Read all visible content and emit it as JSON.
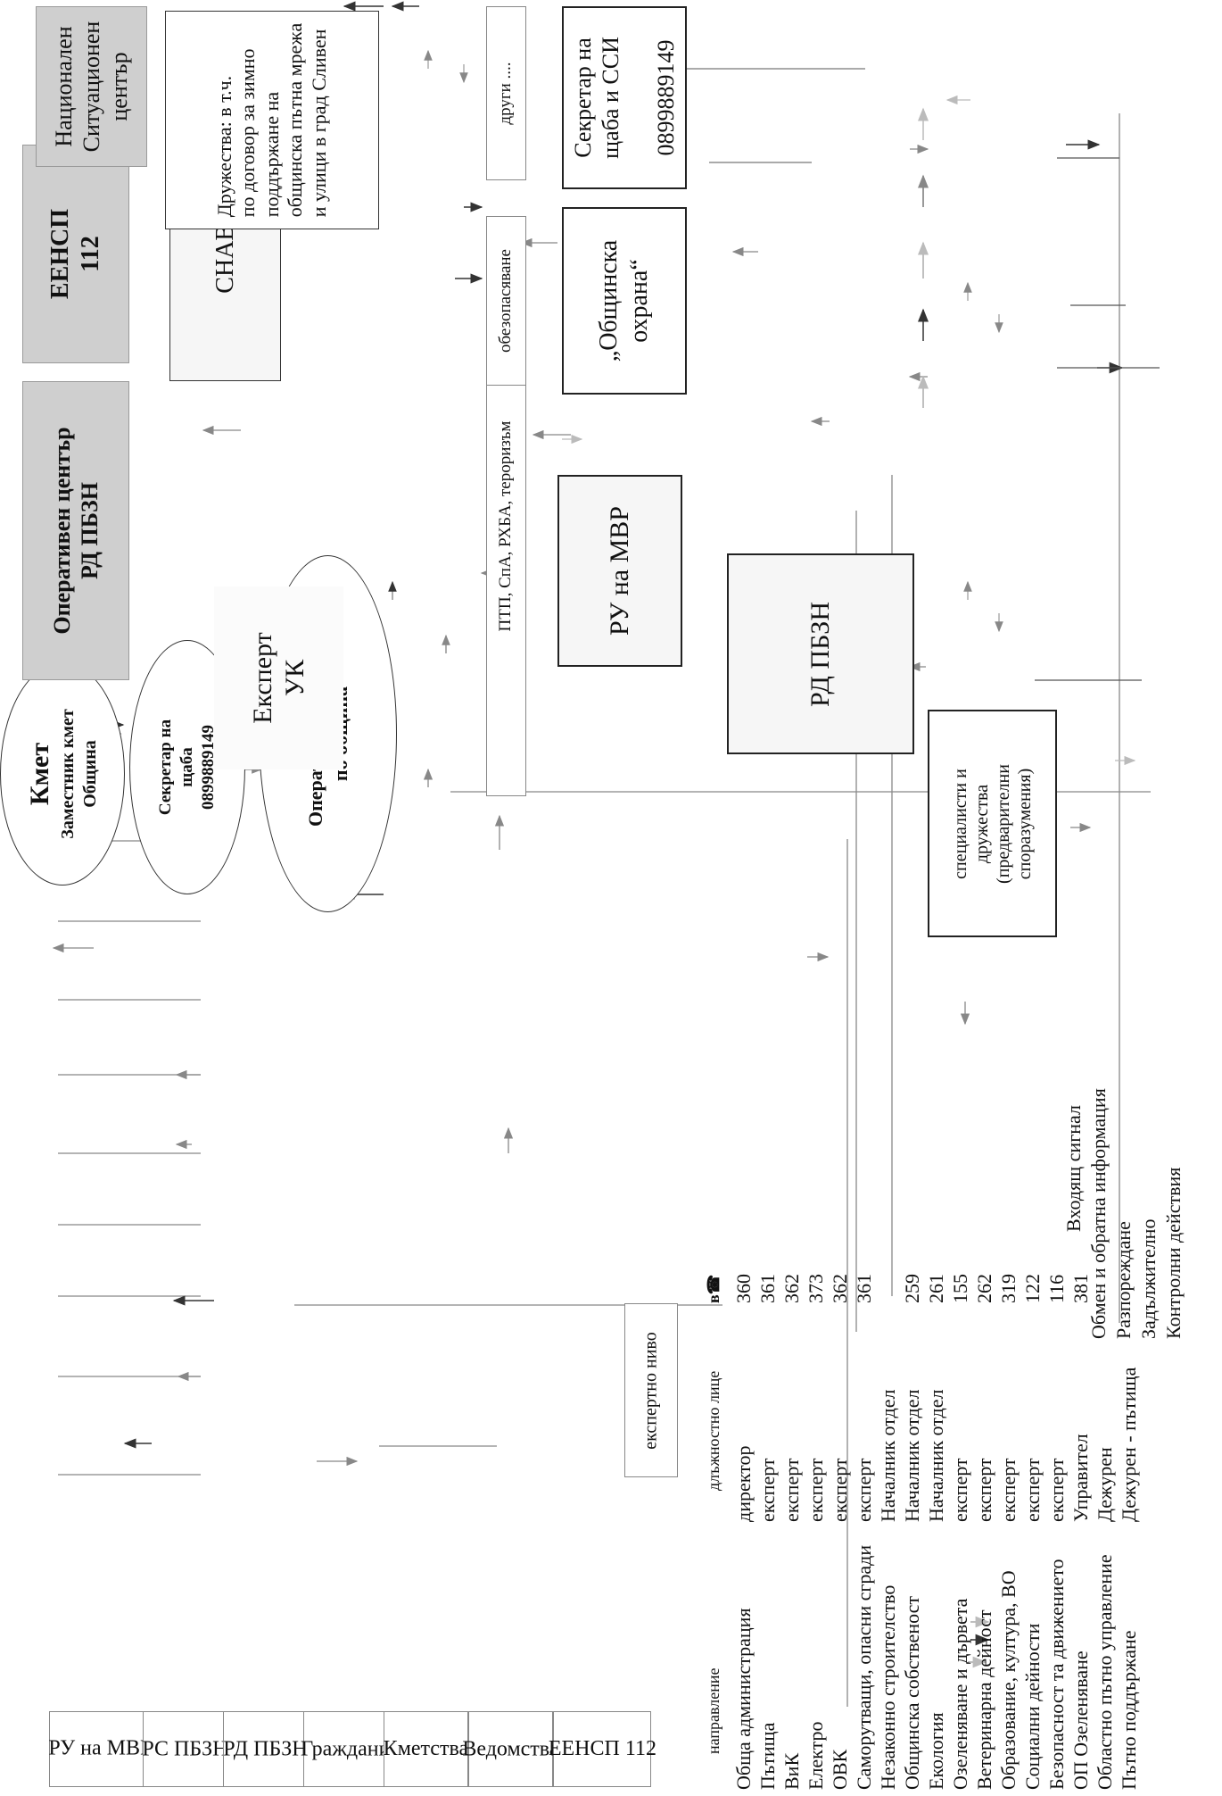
{
  "boxes": {
    "ru_mvr_left": "РУ на МВР",
    "rs_pbzn": "РС ПБЗН",
    "rd_pbzn_left": "РД ПБЗН",
    "grazhdani": "Граждани",
    "kmetstva": "Кметства",
    "vedomstva": "Ведомства",
    "eensp_left": "ЕЕНСП 112",
    "operativen_center": "Оперативен център\nРД ПБЗН",
    "eensp_top": "ЕЕНСП\n112",
    "nac_center": "Национален\nСитуационен\nцентър",
    "snavr": "СНАВР",
    "druzhestva": "Дружества: в т.ч.\nпо договор за зимно\nподдържане на\nобщинска пътна мрежа\nи улици в град Сливен",
    "ekspert_uk": "Експерт\nУК",
    "ptp_label": "ПТП, СпА, РХБА, тероризъм",
    "obezopasyavane": "обезопасяване",
    "drugi": "други ....",
    "ru_mvr_right": "РУ на МВР",
    "rd_pbzn_right": "РД ПБЗН",
    "obshtinska_ohrana": "„Общинска\nохрана“",
    "sekretar_ssi": "Секретар на\nщаба и ССИ\n\n0899889149",
    "specialisti": "специалисти и\nдружества\n(предварителни\nспоразумения)",
    "ekspertno_nivo": "експертно ниво"
  },
  "ellipses": {
    "kmet_title": "Кмет",
    "kmet_sub": "Заместник кмет\nОбщина",
    "sekretar": "Секретар на\nщаба\n0899889149",
    "dezhuren": "Оперативен дежурен\nпо община"
  },
  "legend": [
    "Входящ сигнал",
    "Обмен и обратна информация",
    "Разпореждане",
    "Задължително",
    "Контролни действия"
  ],
  "table": {
    "header_direction": "направление",
    "header_person": "длъжностно лице",
    "header_phone": "в☎",
    "rows": [
      {
        "direction": "Обща администрация",
        "person": "директор",
        "phone": "360"
      },
      {
        "direction": "Пътища",
        "person": "експерт",
        "phone": "361"
      },
      {
        "direction": "ВиК",
        "person": "експерт",
        "phone": "362"
      },
      {
        "direction": "Електро",
        "person": "експерт",
        "phone": "373"
      },
      {
        "direction": "ОВК",
        "person": "експерт",
        "phone": "362"
      },
      {
        "direction": "Саморутващи, опасни сгради",
        "person": "експерт",
        "phone": "361"
      },
      {
        "direction": "Незаконно строителство",
        "person": "Началник отдел",
        "phone": ""
      },
      {
        "direction": "Общинска собственост",
        "person": "Началник отдел",
        "phone": "259"
      },
      {
        "direction": "Екология",
        "person": "Началник отдел",
        "phone": "261"
      },
      {
        "direction": "Озеленяване и дървета",
        "person": "експерт",
        "phone": "155"
      },
      {
        "direction": "Ветеринарна дейност",
        "person": "експерт",
        "phone": "262"
      },
      {
        "direction": "Образование, култура, ВО",
        "person": "експерт",
        "phone": "319"
      },
      {
        "direction": "Социални дейности",
        "person": "експерт",
        "phone": "122"
      },
      {
        "direction": "Безопасност та движението",
        "person": "експерт",
        "phone": "116"
      },
      {
        "direction": "ОП Озеленяване",
        "person": "Управител",
        "phone": "381"
      },
      {
        "direction": "Областно пътно управление",
        "person": "Дежурен",
        "phone": ""
      },
      {
        "direction": "Пътно поддържане",
        "person": "Дежурен - пътища",
        "phone": ""
      }
    ]
  }
}
